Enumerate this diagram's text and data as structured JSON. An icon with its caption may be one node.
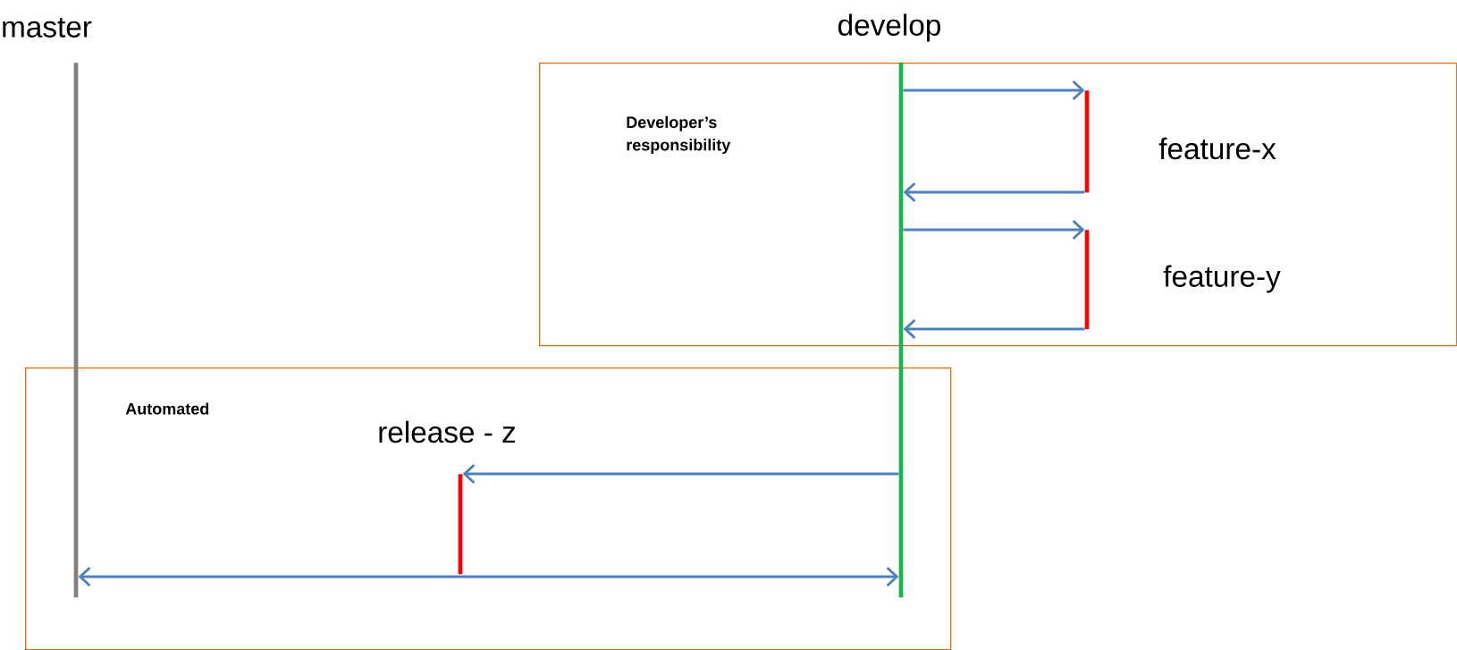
{
  "diagram": {
    "nodes": [
      {
        "text": [
          "Developer’s responsibility"
        ]
      },
      {
        "text": [
          "Automated"
        ]
      },
      {
        "text": [
          "master"
        ]
      },
      {
        "text": [
          "develop"
        ]
      },
      {
        "text": [
          "feature-x"
        ],
        "in": 0
      },
      {
        "text": [
          "feature-y"
        ],
        "in": 0
      },
      {
        "text": [
          "release - z"
        ],
        "in": 1
      }
    ],
    "edges": [
      {
        "from": 3,
        "to": 4,
        "arrow": "to"
      },
      {
        "from": 4,
        "to": 3,
        "arrow": "to"
      },
      {
        "from": 3,
        "to": 5,
        "arrow": "to"
      },
      {
        "from": 5,
        "to": 3,
        "arrow": "to"
      },
      {
        "from": 3,
        "to": 6,
        "arrow": "to"
      },
      {
        "from": 2,
        "to": 3,
        "arrow": "both"
      }
    ]
  }
}
